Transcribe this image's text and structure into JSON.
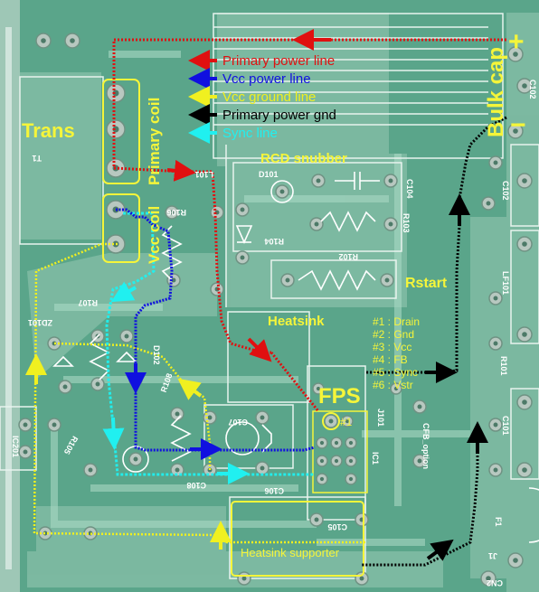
{
  "legend": [
    {
      "label": "Primary power line",
      "color": "#e01010"
    },
    {
      "label": "Vcc power line",
      "color": "#1010e0"
    },
    {
      "label": "Vcc ground line",
      "color": "#f0f020"
    },
    {
      "label": "Primary power gnd",
      "color": "#000000"
    },
    {
      "label": "Sync line",
      "color": "#20f0f0"
    }
  ],
  "callouts": {
    "trans": "Trans",
    "primary_coil": "Primary coil",
    "vcc_coil": "Vcc coil",
    "bulk_cap": "Bulk cap",
    "rcd_snubber": "RCD snubber",
    "rstart": "Rstart",
    "heatsink": "Heatsink",
    "fps": "FPS",
    "pin1_marker": "#1",
    "heatsink_supporter": "Heatsink supporter",
    "plus": "+",
    "minus": "−"
  },
  "pins": [
    "#1 : Drain",
    "#2 : Gnd",
    "#3 : Vcc",
    "#4 : FB",
    "#5 : Sync",
    "#6 : Vstr"
  ],
  "silkscreen": {
    "t1": "T1",
    "d101": "D101",
    "c104": "C104",
    "r103": "R103",
    "r104": "R104",
    "r102": "R102",
    "r106": "R106",
    "l101": "L101",
    "r107": "R107",
    "zd101": "ZD101",
    "d102": "D102",
    "r108": "R108",
    "r105": "R105",
    "ic201": "IC201",
    "c107": "C107",
    "c108": "C108",
    "c106": "C106",
    "c105": "C105",
    "j101": "J101",
    "cfb": "CFB_option",
    "ic101": "IC1",
    "c102": "C102",
    "lf101": "LF101",
    "r101": "R101",
    "c101": "C101",
    "j1": "J1",
    "cn2": "CN2",
    "f1": "F1"
  },
  "colors": {
    "board": "#5aa58a",
    "board_light": "#8fc9b2",
    "trace": "#a9d8c4",
    "pad": "#b8c8c0",
    "label_yellow": "#f5f53a",
    "label_white": "#ffffff",
    "primary": "#e01010",
    "vcc": "#1010e0",
    "vcc_gnd": "#f0f020",
    "pgnd": "#000000",
    "sync": "#20f0f0"
  }
}
